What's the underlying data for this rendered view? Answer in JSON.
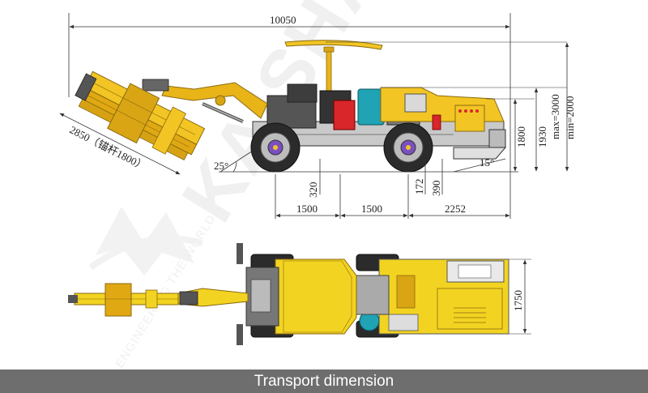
{
  "watermark": {
    "brand": "KAISHAN",
    "tagline": "ENGINEERING THE WORLD"
  },
  "side_view": {
    "overall_length": "10050",
    "boom_reach": "2850（锚杆1800）",
    "boom_angle": "25°",
    "front_angle": "15°",
    "ground_clearance": "320",
    "rear_clearance": "172",
    "rear_height": "390",
    "wheel_spacing_1": "1500",
    "wheel_spacing_2": "1500",
    "rear_overhang": "2252",
    "body_height": "1800",
    "cab_height": "1930",
    "canopy_max": "max=3000",
    "canopy_min": "min=2000"
  },
  "top_view": {
    "width": "1750"
  },
  "caption": "Transport dimension",
  "colors": {
    "body_yellow": "#F2D321",
    "boom_yellow": "#E8B418",
    "teal": "#1FA3B5",
    "red": "#D8262A",
    "caption_bar": "#6E6E6E"
  }
}
